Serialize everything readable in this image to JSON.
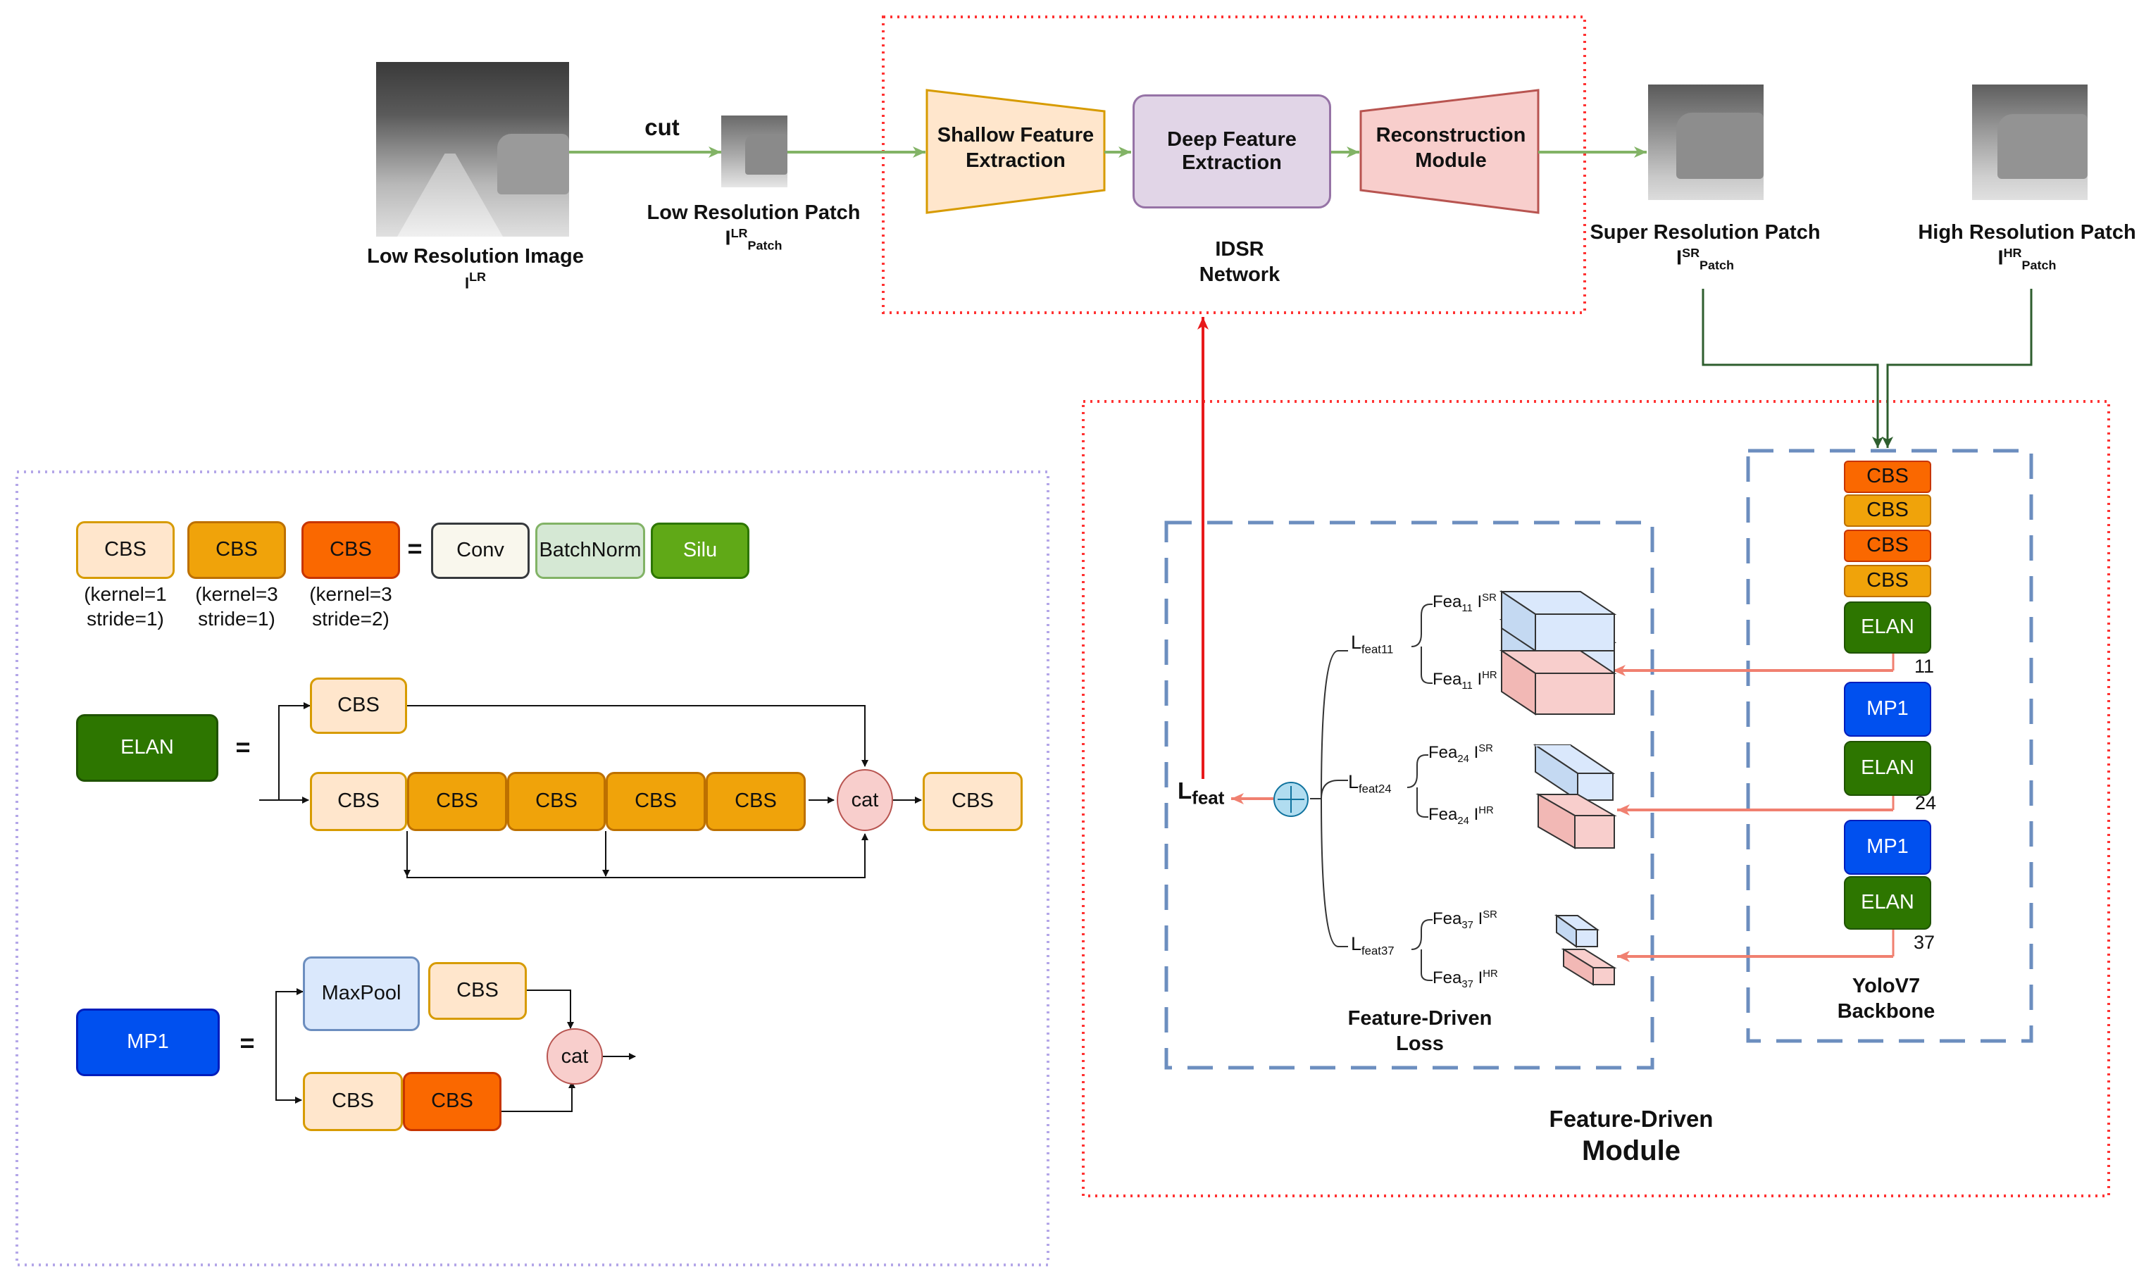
{
  "top": {
    "lr_image_label": "Low Resolution Image",
    "lr_image_sym": "I",
    "lr_image_sup": "LR",
    "cut_label": "cut",
    "lr_patch_label": "Low Resolution Patch",
    "lr_patch_sym": "I",
    "lr_patch_sup": "LR",
    "lr_patch_sub": "Patch",
    "shallow": "Shallow Feature Extraction",
    "deep": "Deep Feature Extraction",
    "recon": "Reconstruction Module",
    "idsr_line1": "IDSR",
    "idsr_line2": "Network",
    "sr_label": "Super Resolution Patch",
    "sr_sym": "I",
    "sr_sup": "SR",
    "sr_sub": "Patch",
    "hr_label": "High Resolution Patch",
    "hr_sym": "I",
    "hr_sup": "HR",
    "hr_sub": "Patch"
  },
  "legend": {
    "cbs": "CBS",
    "cbs1_note1": "(kernel=1",
    "cbs1_note2": "stride=1)",
    "cbs2_note1": "(kernel=3",
    "cbs2_note2": "stride=1)",
    "cbs3_note1": "(kernel=3",
    "cbs3_note2": "stride=2)",
    "equals": "=",
    "conv": "Conv",
    "batchnorm": "BatchNorm",
    "silu": "Silu",
    "elan": "ELAN",
    "cat": "cat",
    "mp1": "MP1",
    "maxpool": "MaxPool"
  },
  "module": {
    "l_sym": "L",
    "l_feat_sub": "feat",
    "lfeat11_sub": "feat11",
    "lfeat24_sub": "feat24",
    "lfeat37_sub": "feat37",
    "fea_sym": "Fea",
    "fea11": "11",
    "fea24": "24",
    "fea37": "37",
    "i_sym": "I",
    "sr_sup": "SR",
    "hr_sup": "HR",
    "loss_line1": "Feature-Driven",
    "loss_line2": "Loss",
    "backbone_line1": "YoloV7",
    "backbone_line2": "Backbone",
    "num11": "11",
    "num24": "24",
    "num37": "37",
    "module_line1": "Feature-Driven",
    "module_line2": "Module"
  },
  "colors": {
    "cbs_light": "#ffe6cc",
    "cbs_mid": "#f0a30a",
    "cbs_dark": "#fa6800",
    "elan": "#2d7600",
    "mp1": "#0050ef",
    "conv": "#f9f7ed",
    "batchnorm": "#d5e8d4",
    "silu": "#60a917",
    "shallow": "#ffe6cc",
    "deep": "#e1d5e7",
    "recon": "#f8cecc",
    "maxpool": "#dae8fc",
    "cat": "#f8cecc",
    "red_dotted": "#ff3333",
    "lavender_dotted": "#b4a7e8",
    "blue_dashed": "#6c8ebf",
    "salmon_arrow": "#f08070",
    "green_arrow": "#82b366"
  }
}
